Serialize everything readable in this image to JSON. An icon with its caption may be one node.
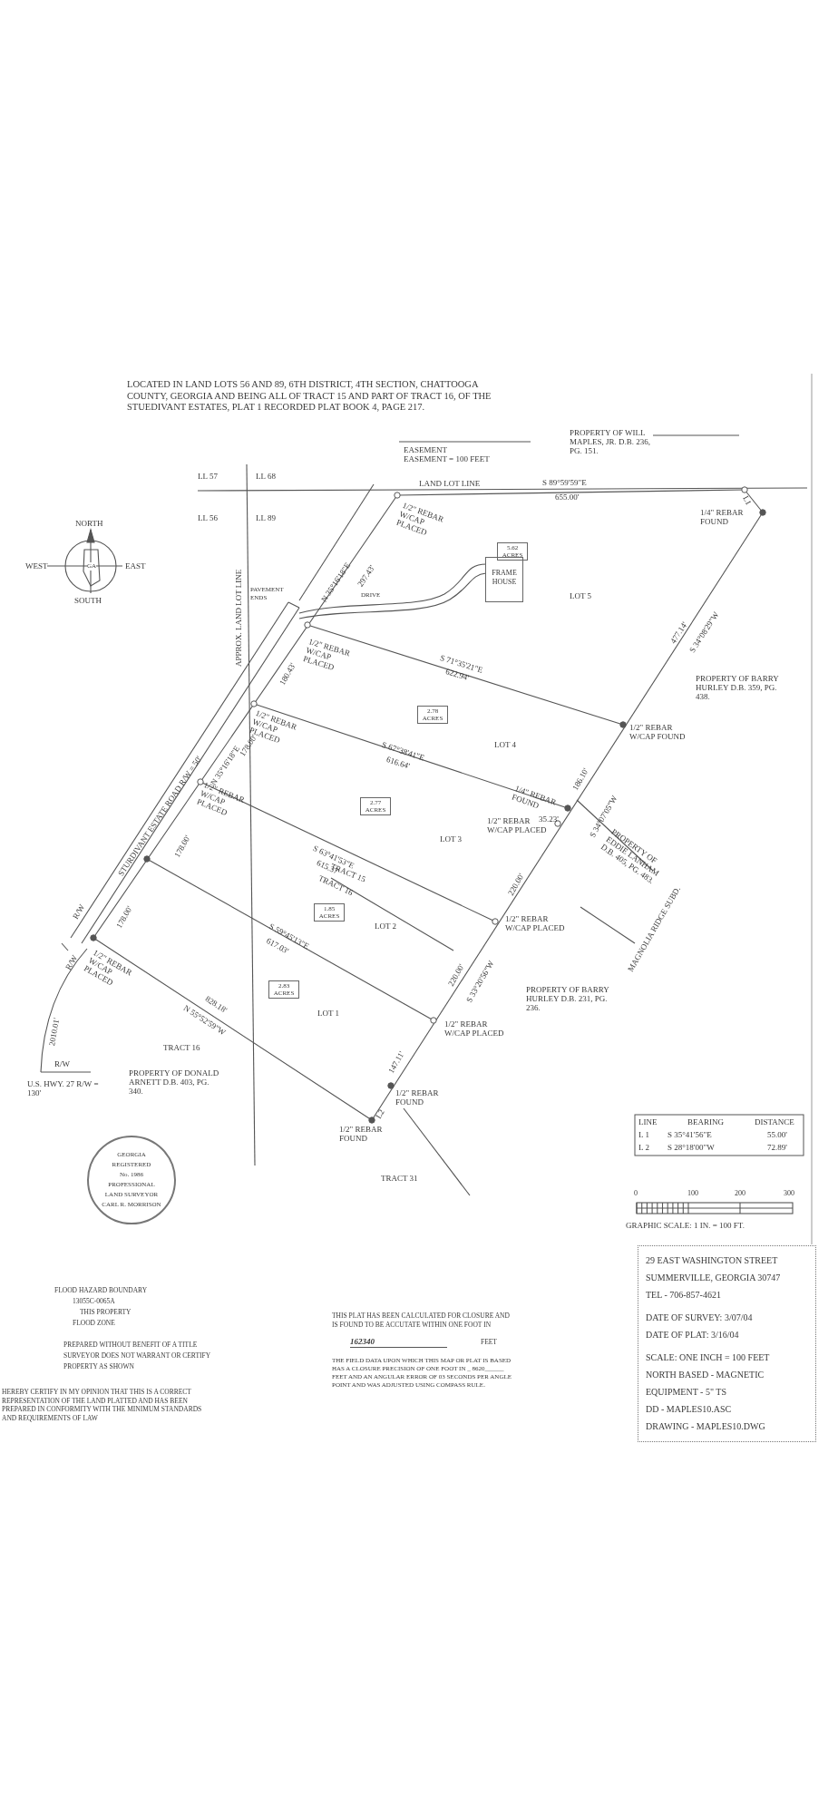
{
  "diagram": {
    "nodes": [
      {
        "text": [
          "5.62 ACRES"
        ]
      },
      {
        "text": [
          "FRAME HOUSE"
        ]
      },
      {
        "text": [
          "2.78 ACRES"
        ]
      },
      {
        "text": [
          "2.77 ACRES"
        ]
      },
      {
        "text": [
          "1.85 ACRES"
        ]
      },
      {
        "text": [
          "2.83 ACRES"
        ]
      },
      {
        "text": [
          "GEORGIA",
          "REGISTERED",
          "No. 1986",
          "PROFESSIONAL",
          "LAND SURVEYOR",
          "CARL R. MORRISON"
        ]
      },
      {
        "text": [
          "29 EAST WASHINGTON STREET",
          "SUMMERVILLE, GEORGIA 30747",
          "TEL - 706-857-4621",
          "DATE OF SURVEY: 3/07/04",
          "DATE OF PLAT: 3/16/04",
          "SCALE: ONE INCH = 100 FEET",
          "NORTH BASED - MAGNETIC",
          "EQUIPMENT - 5\" TS",
          "DD - MAPLES10.ASC",
          "DRAWING - MAPLES10.DWG"
        ]
      }
    ],
    "labels": [
      "LOCATED IN LAND LOTS 56 AND 89, 6TH DISTRICT, 4TH SECTION, CHATTOOGA COUNTY, GEORGIA AND BEING ALL OF TRACT 15 AND PART OF TRACT 16, OF THE STUEDIVANT ESTATES, PLAT 1 RECORDED PLAT BOOK 4, PAGE 217.",
      "PROPERTY OF WILL MAPLES, JR. D.B. 236, PG. 151.",
      "EASEMENT",
      "EASEMENT = 100 FEET",
      "LL 57",
      "LL 68",
      "LL 56",
      "LL 89",
      "LAND LOT LINE",
      "S 89°59'59\"E",
      "655.00'",
      "1/2\" REBAR W/CAP PLACED",
      "1/4\" REBAR FOUND",
      "L1",
      "N 35°16'18\"E",
      "297.43'",
      "LOT 5",
      "PAVEMENT ENDS",
      "DRIVE",
      "APPROX. LAND LOT LINE",
      "477.14'",
      "S 34°08'29\"W",
      "1/2\" REBAR W/CAP PLACED",
      "180.43'",
      "S 71°35'21\"E",
      "622.94'",
      "PROPERTY OF BARRY HURLEY D.B. 359, PG. 438.",
      "LOT 4",
      "1/2\" REBAR W/CAP PLACED",
      "1/2\" REBAR W/CAP FOUND",
      "S 67°38'41\"E",
      "616.64'",
      "186.10'",
      "S 34°07'05\"W",
      "1/4\" REBAR FOUND",
      "35.23'",
      "STURDIVANT ESTATE ROAD R/W = 50'",
      "N 35°16'18\"E",
      "178.00'",
      "1/2\" REBAR W/CAP PLACED",
      "1/2\" REBAR W/CAP PLACED",
      "PROPERTY OF EDDIE LANHAM D.B. 405, PG. 483.",
      "LOT 3",
      "S 63°41'53\"E",
      "615.37'",
      "MAGNOLIA RIDGE SUBD.",
      "178.00'",
      "TRACT 15",
      "TRACT 16",
      "220.00'",
      "LOT 2",
      "1/2\" REBAR W/CAP PLACED",
      "R/W",
      "178.00'",
      "S 59°45'13\"E",
      "617.03'",
      "R/W",
      "1/2\" REBAR W/CAP PLACED",
      "220.00'",
      "S 33°20'56\"W",
      "PROPERTY OF BARRY HURLEY D.B. 231, PG. 236.",
      "LOT 1",
      "N 55°52'59\"W",
      "828.18'",
      "1/2\" REBAR W/CAP PLACED",
      "2010.01'",
      "R/W",
      "TRACT 16",
      "U.S. HWY. 27 R/W = 130'",
      "PROPERTY OF DONALD ARNETT D.B. 403, PG. 340.",
      "147.11'",
      "L2",
      "1/2\" REBAR FOUND",
      "1/2\" REBAR FOUND",
      "TRACT 31",
      "LINE",
      "BEARING",
      "DISTANCE",
      "L 1",
      "S 35°41'56\"E",
      "55.00'",
      "L 2",
      "S 28°18'00\"W",
      "72.89'",
      "0",
      "100",
      "200",
      "300",
      "GRAPHIC SCALE: 1 IN. = 100 FT.",
      "GA",
      "NORTH",
      "WEST",
      "EAST",
      "SOUTH",
      "FLOOD HAZARD BOUNDARY",
      "13055C-0065A",
      "THIS PROPERTY",
      "FLOOD ZONE",
      "PREPARED WITHOUT BENEFIT OF A TITLE",
      "SURVEYOR DOES NOT WARRANT OR CERTIFY",
      "PROPERTY AS SHOWN",
      "HEREBY CERTIFY IN MY OPINION THAT THIS IS A CORRECT REPRESENTATION OF THE LAND PLATTED AND HAS BEEN PREPARED IN CONFORMITY WITH THE MINIMUM STANDARDS AND REQUIREMENTS OF LAW",
      "THIS PLAT HAS BEEN CALCULATED FOR CLOSURE AND IS FOUND TO BE ACCUTATE WITHIN ONE FOOT IN",
      "162340",
      "FEET",
      "THE FIELD DATA UPON WHICH THIS MAP OR PLAT IS BASED HAS A CLOSURE PRECISION OF ONE FOOT IN _ 8620______ FEET AND AN ANGULAR ERROR OF 03 SECONDS PER ANGLE POINT AND WAS ADJUSTED USING COMPASS RULE."
    ]
  }
}
